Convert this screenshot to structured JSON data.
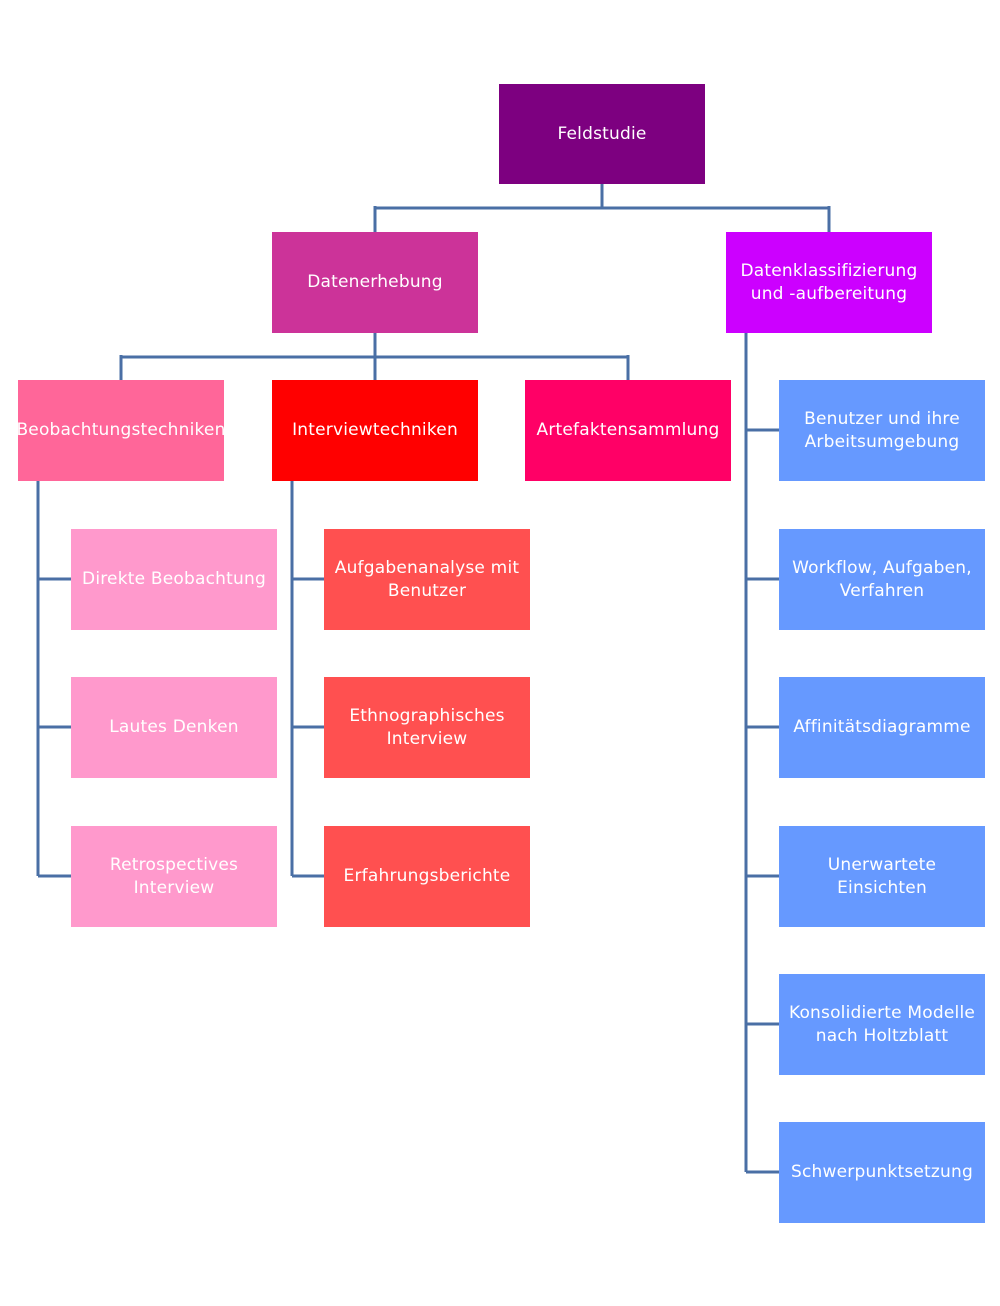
{
  "root": {
    "label": "Feldstudie"
  },
  "data_collection": {
    "label": "Datenerhebung",
    "observation": {
      "label": "Beobachtungstechniken",
      "items": [
        "Direkte Beobachtung",
        "Lautes Denken",
        "Retrospectives\nInterview"
      ]
    },
    "interview": {
      "label": "Interviewtechniken",
      "items": [
        "Aufgabenanalyse mit\nBenutzer",
        "Ethnographisches\nInterview",
        "Erfahrungsberichte"
      ]
    },
    "artifacts": {
      "label": "Artefaktensammlung"
    }
  },
  "data_classification": {
    "label": "Datenklassifizierung\nund -aufbereitung",
    "items": [
      "Benutzer und ihre\nArbeitsumgebung",
      "Workflow, Aufgaben,\nVerfahren",
      "Affinitätsdiagramme",
      "Unerwartete Einsichten",
      "Konsolidierte Modelle\nnach Holtzblatt",
      "Schwerpunktsetzung"
    ]
  },
  "colors": {
    "connector": "#4a6fa5",
    "root": "#7d0080",
    "data_collection": "#cc3399",
    "data_classification": "#cc00ff",
    "observation": "#ff6699",
    "interview": "#ff0000",
    "artifacts": "#ff0066",
    "observation_items": "#ff99cc",
    "interview_items": "#ff5050",
    "classification_items": "#6699ff"
  }
}
